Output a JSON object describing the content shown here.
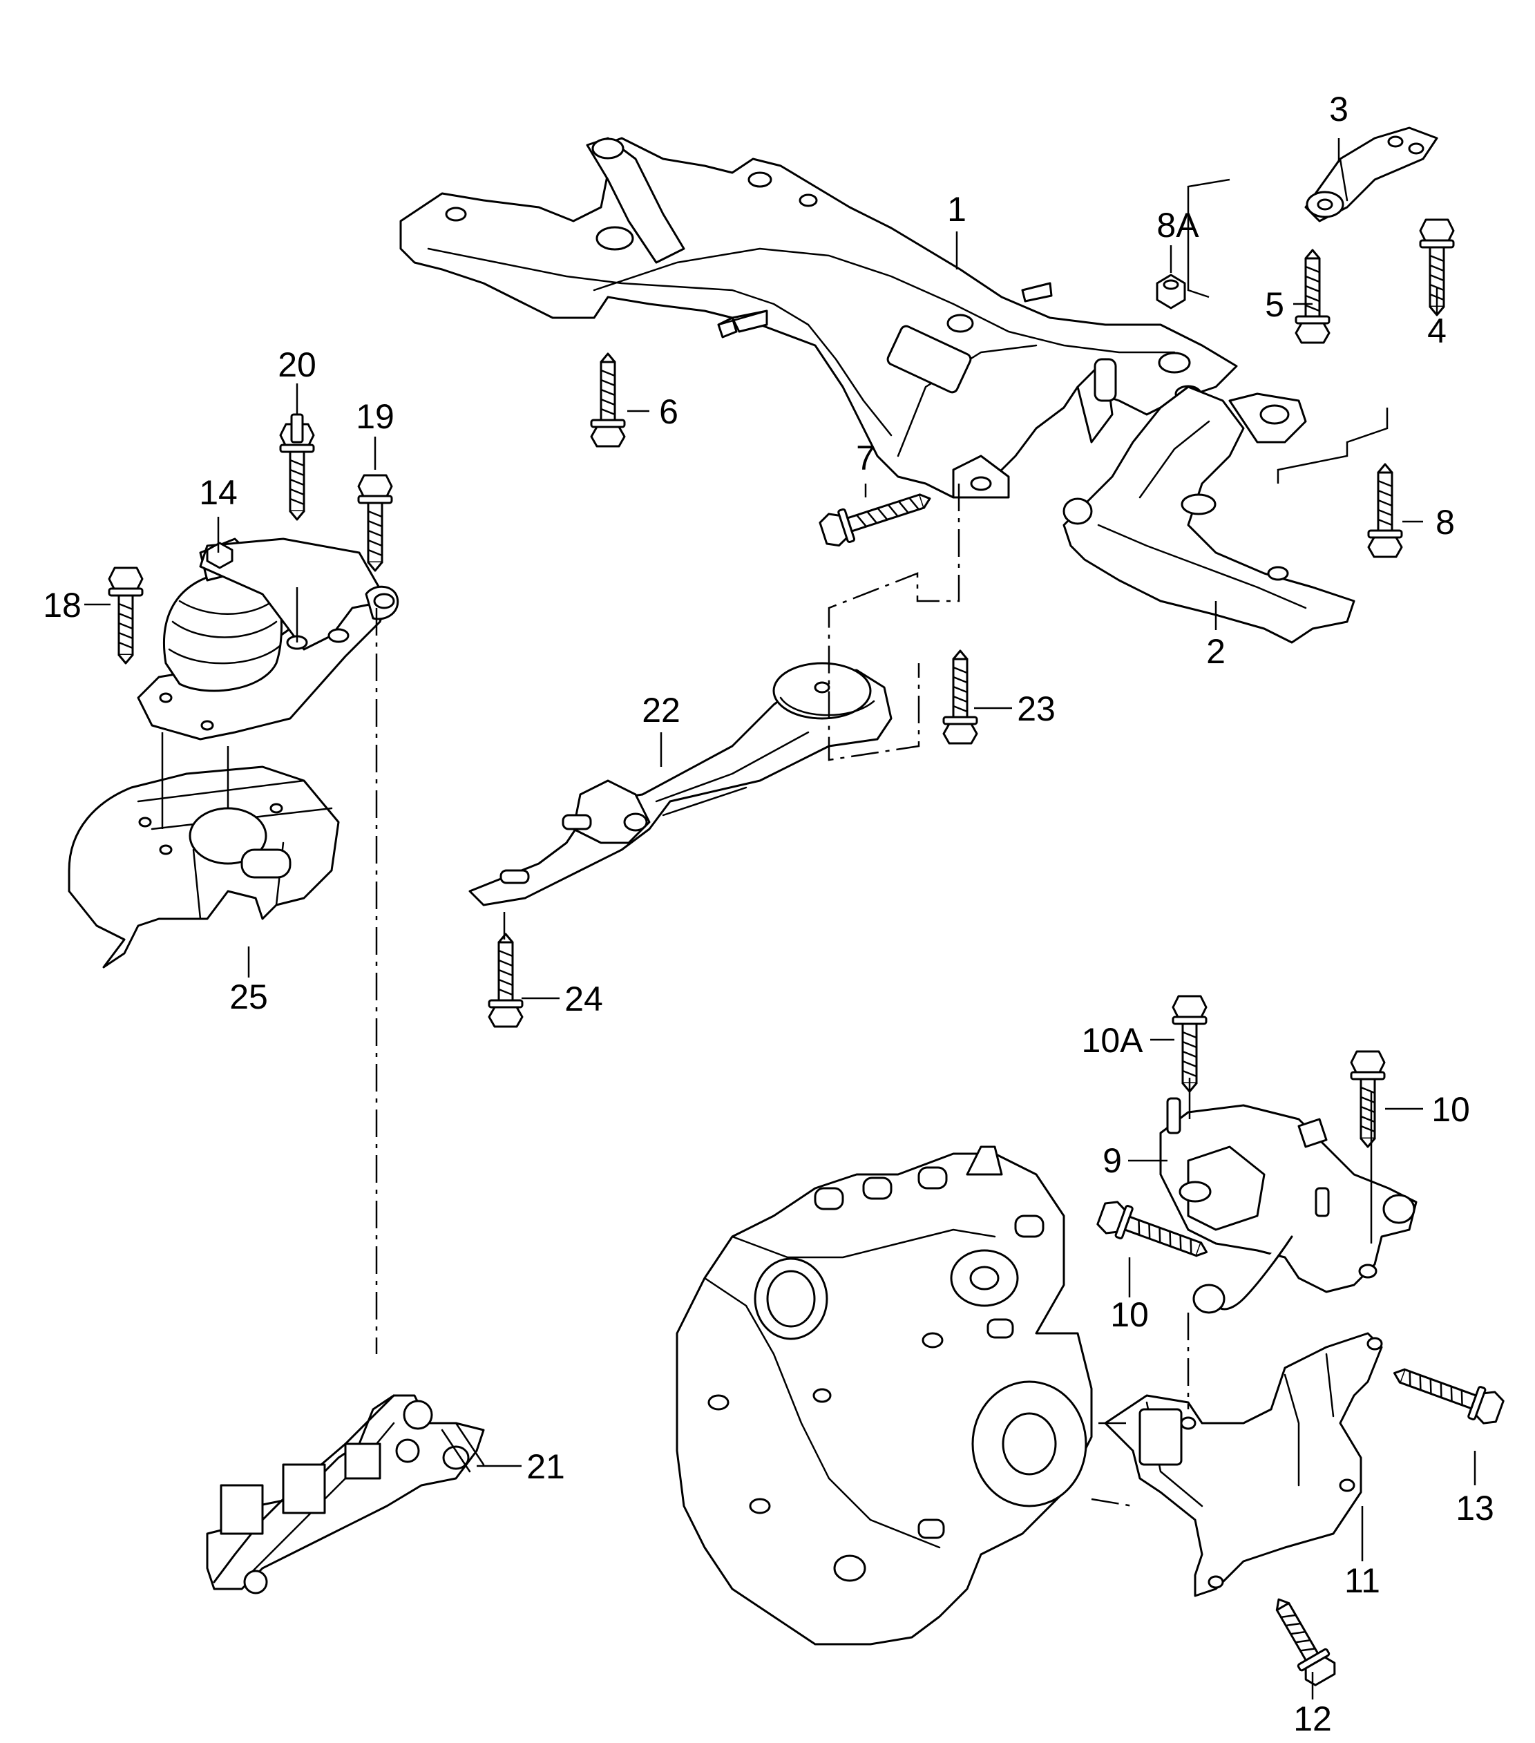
{
  "callouts": {
    "c1": "1",
    "c2": "2",
    "c3": "3",
    "c4": "4",
    "c5": "5",
    "c6": "6",
    "c7": "7",
    "c8": "8",
    "c8a": "8A",
    "c9": "9",
    "c10a": "10",
    "c10b": "10",
    "c10c": "10A",
    "c11": "11",
    "c12": "12",
    "c13": "13",
    "c14": "14",
    "c18": "18",
    "c19": "19",
    "c20": "20",
    "c21": "21",
    "c22": "22",
    "c23": "23",
    "c24": "24",
    "c25": "25"
  },
  "colors": {
    "line": "#000000",
    "background": "#ffffff"
  },
  "icons": {
    "bolt": "bolt-icon",
    "nut": "nut-icon"
  }
}
